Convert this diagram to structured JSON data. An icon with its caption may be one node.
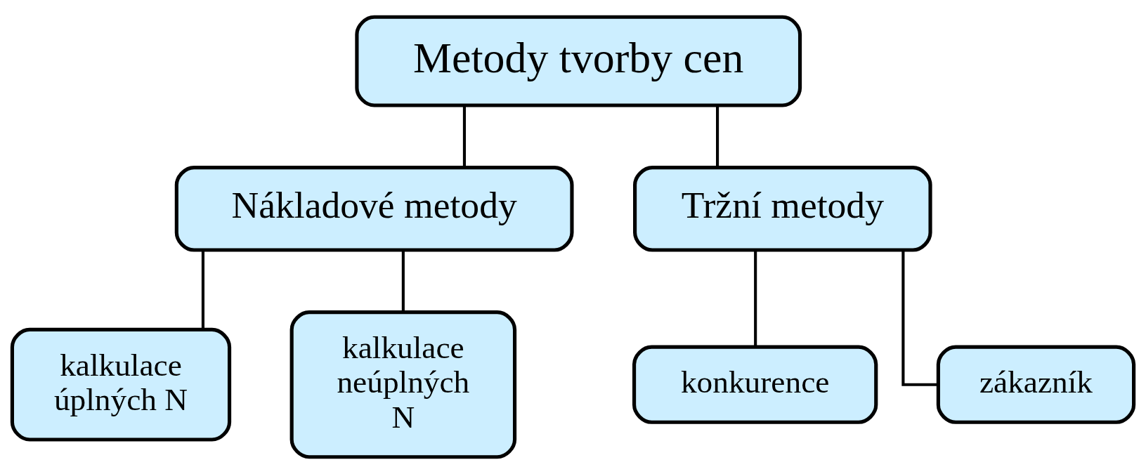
{
  "diagram": {
    "nodes": [
      {
        "text": [
          "Metody tvorby cen"
        ]
      },
      {
        "text": [
          "Nákladové metody"
        ]
      },
      {
        "text": [
          "Tržní metody"
        ]
      },
      {
        "text": [
          "kalkulace úplných N"
        ]
      },
      {
        "text": [
          "kalkulace neúplných N"
        ]
      },
      {
        "text": [
          "konkurence"
        ]
      },
      {
        "text": [
          "zákazník"
        ]
      }
    ],
    "edges": [
      {
        "from": 0,
        "to": 1,
        "arrow": "none"
      },
      {
        "from": 0,
        "to": 2,
        "arrow": "none"
      },
      {
        "from": 1,
        "to": 3,
        "arrow": "none"
      },
      {
        "from": 1,
        "to": 4,
        "arrow": "none"
      },
      {
        "from": 2,
        "to": 5,
        "arrow": "none"
      },
      {
        "from": 2,
        "to": 6,
        "arrow": "none"
      }
    ]
  }
}
